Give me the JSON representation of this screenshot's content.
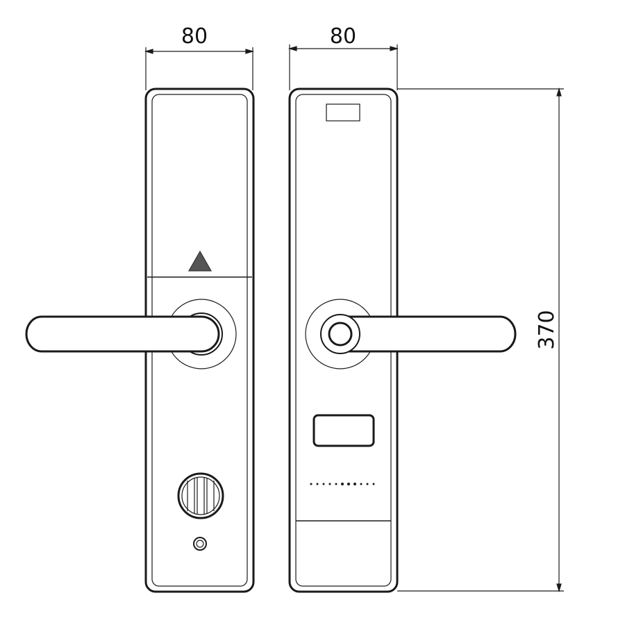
{
  "dimensions": {
    "front_width": "80",
    "back_width": "80",
    "height": "370"
  },
  "colors": {
    "line": "#1a1a1a",
    "background": "#ffffff"
  }
}
